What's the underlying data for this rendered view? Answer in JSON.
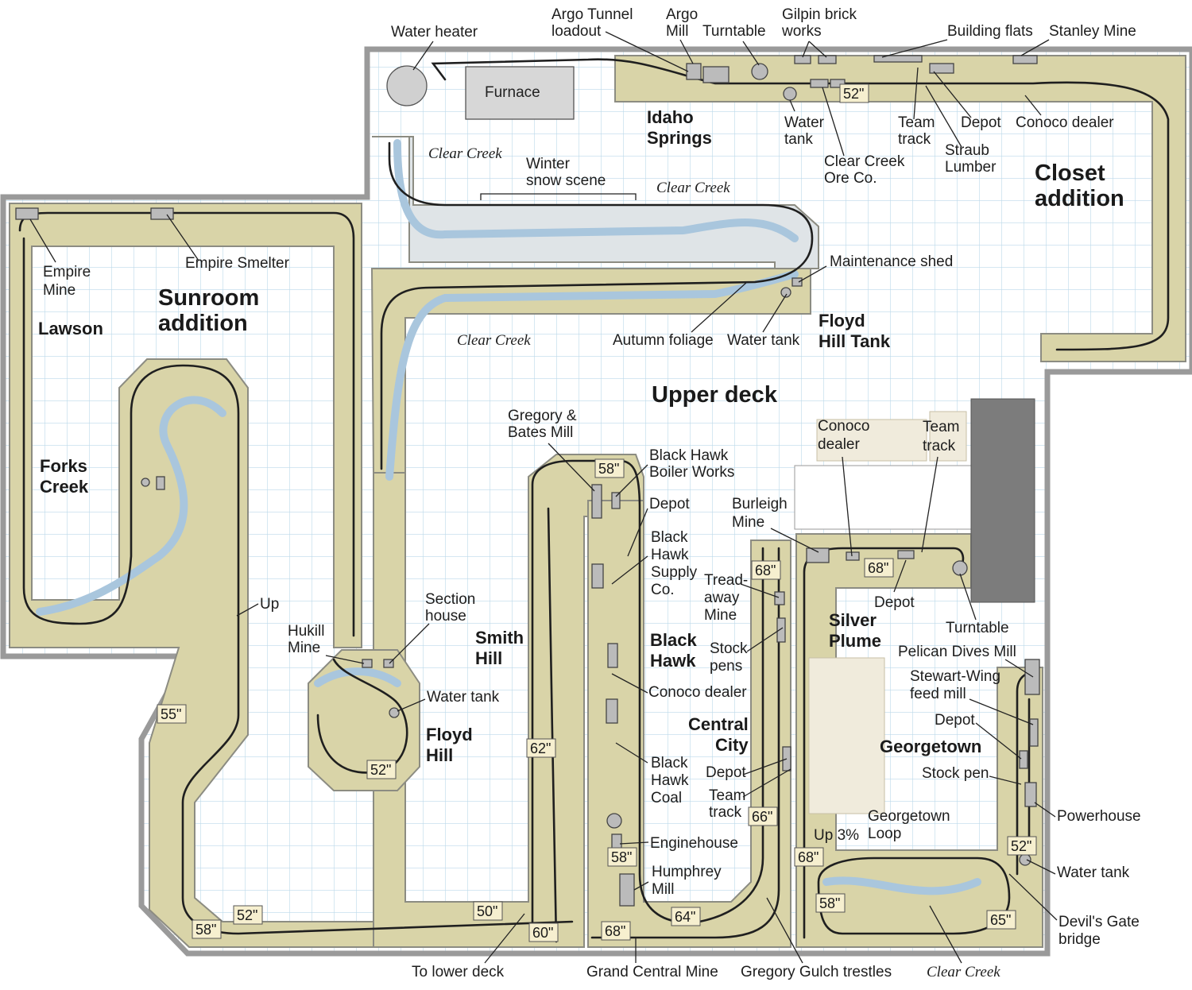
{
  "regions": {
    "sunroom": [
      "Sunroom",
      "addition"
    ],
    "closet": [
      "Closet",
      "addition"
    ],
    "upper_deck": "Upper deck"
  },
  "towns": {
    "lawson": "Lawson",
    "forks_creek": [
      "Forks",
      "Creek"
    ],
    "idaho_springs": [
      "Idaho",
      "Springs"
    ],
    "floyd_hill_tank": [
      "Floyd",
      "Hill Tank"
    ],
    "smith_hill": [
      "Smith",
      "Hill"
    ],
    "floyd_hill": [
      "Floyd",
      "Hill"
    ],
    "black_hawk": [
      "Black",
      "Hawk"
    ],
    "central_city": [
      "Central",
      "City"
    ],
    "silver_plume": [
      "Silver",
      "Plume"
    ],
    "georgetown": "Georgetown"
  },
  "labels": {
    "water_heater": "Water heater",
    "argo_tunnel": [
      "Argo Tunnel",
      "loadout"
    ],
    "argo_mill": [
      "Argo",
      "Mill"
    ],
    "turntable_top": "Turntable",
    "gilpin": [
      "Gilpin brick",
      "works"
    ],
    "building_flats": "Building flats",
    "stanley_mine": "Stanley Mine",
    "furnace": "Furnace",
    "water_tank_top": [
      "Water",
      "tank"
    ],
    "clear_creek_ore": [
      "Clear Creek",
      "Ore Co."
    ],
    "team_track_top": [
      "Team",
      "track"
    ],
    "depot_top": "Depot",
    "straub": [
      "Straub",
      "Lumber"
    ],
    "conoco_top": "Conoco dealer",
    "winter": [
      "Winter",
      "snow scene"
    ],
    "maintenance_shed": "Maintenance shed",
    "autumn": "Autumn foliage",
    "water_tank_fh": "Water tank",
    "empire_mine": [
      "Empire",
      "Mine"
    ],
    "empire_smelter": "Empire Smelter",
    "up": "Up",
    "hukill": [
      "Hukill",
      "Mine"
    ],
    "section_house": [
      "Section",
      "house"
    ],
    "water_tank_floyd": "Water tank",
    "gregory": [
      "Gregory &",
      "Bates Mill"
    ],
    "bh_boiler": [
      "Black Hawk",
      "Boiler Works"
    ],
    "depot_bh": "Depot",
    "bh_supply": [
      "Black",
      "Hawk",
      "Supply",
      "Co."
    ],
    "treadaway": [
      "Tread-",
      "away",
      "Mine"
    ],
    "stock_pens": [
      "Stock",
      "pens"
    ],
    "conoco_bh": "Conoco dealer",
    "bh_coal": [
      "Black",
      "Hawk",
      "Coal"
    ],
    "depot_cc": "Depot",
    "team_track_cc": [
      "Team",
      "track"
    ],
    "enginehouse": "Enginehouse",
    "humphrey": [
      "Humphrey",
      "Mill"
    ],
    "burleigh": [
      "Burleigh",
      "Mine"
    ],
    "conoco_sp": [
      "Conoco",
      "dealer"
    ],
    "team_track_sp": [
      "Team",
      "track"
    ],
    "depot_sp": "Depot",
    "turntable_sp": "Turntable",
    "pelican": "Pelican Dives Mill",
    "stewart": [
      "Stewart-Wing",
      "feed mill"
    ],
    "depot_gt": "Depot",
    "stock_pen_gt": "Stock pen",
    "powerhouse": "Powerhouse",
    "up3": "Up 3%",
    "gt_loop": [
      "Georgetown",
      "Loop"
    ],
    "water_tank_gt": "Water tank",
    "devils_gate": [
      "Devil's Gate",
      "bridge"
    ],
    "to_lower": "To lower deck",
    "grand_central": "Grand Central Mine",
    "gregory_gulch": "Gregory Gulch trestles",
    "clear_creek_bottom": "Clear Creek"
  },
  "creek_labels": {
    "cc1": "Clear Creek",
    "cc2": "Clear Creek",
    "cc3": "Clear Creek"
  },
  "heights": {
    "h52_top": "52\"",
    "h58_bh": "58\"",
    "h55": "55\"",
    "h62": "62\"",
    "h52_floyd": "52\"",
    "h68_cc": "68\"",
    "h68_sp": "68\"",
    "h66": "66\"",
    "h58_eng": "58\"",
    "h68_gt": "68\"",
    "h52_gt": "52\"",
    "h58_loop": "58\"",
    "h65": "65\"",
    "h64": "64\"",
    "h68_bottom": "68\"",
    "h60": "60\"",
    "h50": "50\"",
    "h52_bottom": "52\"",
    "h58_bottom": "58\""
  }
}
